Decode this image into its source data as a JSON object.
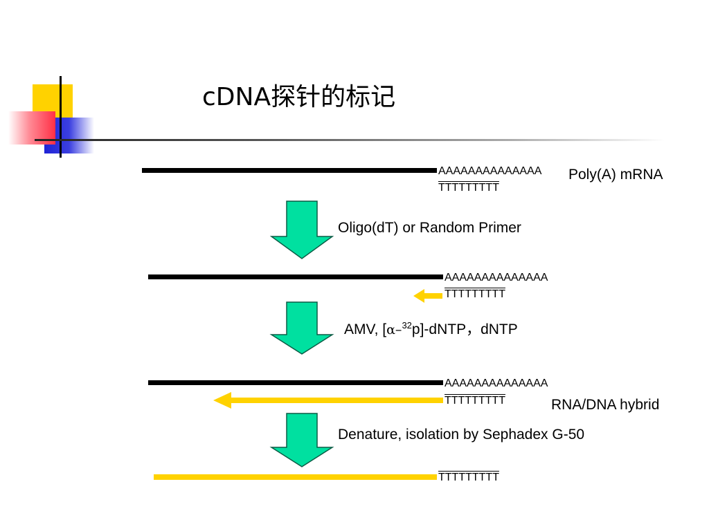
{
  "title": "cDNA探针的标记",
  "sequences": {
    "poly_a": "AAAAAAAAAAAAAA",
    "oligo_t": "TTTTTTTTT"
  },
  "labels": {
    "mrna": "Poly(A) mRNA",
    "step1": "Oligo(dT) or Random Primer",
    "step2": {
      "prefix": "AMV, [",
      "greek": "α–",
      "sup": "32",
      "suffix": "p]-dNTP，dNTP"
    },
    "hybrid": "RNA/DNA hybrid",
    "step3": "Denature, isolation by Sephadex G-50"
  },
  "colors": {
    "rna_strand": "#000000",
    "dna_strand": "#ffd200",
    "process_arrow": "#00e0a0"
  }
}
